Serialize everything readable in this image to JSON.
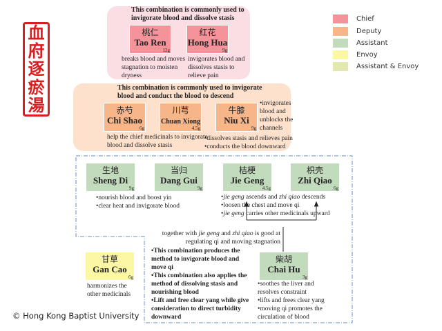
{
  "seal": {
    "text": [
      "血",
      "府",
      "逐",
      "瘀",
      "湯"
    ]
  },
  "legend": [
    {
      "label": "Chief",
      "color": "#f4949a"
    },
    {
      "label": "Deputy",
      "color": "#f7b58a"
    },
    {
      "label": "Assistant",
      "color": "#c3dbbd"
    },
    {
      "label": "Envoy",
      "color": "#fbf7a5"
    },
    {
      "label": "Assistant & Envoy",
      "color": "#e3e8b0"
    }
  ],
  "chief_group": {
    "title": [
      "This combination is commonly used to",
      "invigorate blood and dissolve stasis"
    ],
    "herbs": [
      {
        "cn": "桃仁",
        "pinyin": "Tao Ren",
        "dose": "12g",
        "desc": [
          "breaks blood and moves",
          "stagnation to moisten",
          "dryness"
        ]
      },
      {
        "cn": "红花",
        "pinyin": "Hong Hua",
        "dose": "9g",
        "desc": [
          "invigorates blood and",
          "dissolves stasis to",
          "relieve pain"
        ]
      }
    ]
  },
  "deputy_group": {
    "title": [
      "This combination is commonly used to invigorate",
      "blood and conduct the blood to descend"
    ],
    "herbs": [
      {
        "cn": "赤芍",
        "pinyin": "Chi Shao",
        "dose": "6g"
      },
      {
        "cn": "川芎",
        "pinyin": "Chuan Xiong",
        "dose": "4.5g"
      },
      {
        "cn": "牛膝",
        "pinyin": "Niu Xi",
        "dose": "9g",
        "side": [
          "•invigorates",
          "blood and",
          "unblocks the",
          "channels"
        ]
      }
    ],
    "desc_left": [
      "help the chief medicinals to invigorate",
      "blood and dissolve stasis"
    ],
    "desc_right": [
      "•dissolves stasis and relieves pain",
      "•conducts the blood downward"
    ]
  },
  "assistant_group": {
    "herbs": [
      {
        "cn": "生地",
        "pinyin": "Sheng Di",
        "dose": "9g"
      },
      {
        "cn": "当归",
        "pinyin": "Dang Gui",
        "dose": "9g"
      },
      {
        "cn": "桔梗",
        "pinyin": "Jie Geng",
        "dose": "4.5g"
      },
      {
        "cn": "枳壳",
        "pinyin": "Zhi Qiao",
        "dose": "6g"
      }
    ],
    "desc_left": [
      "•nourish blood and boost yin",
      "•clear heat and invigorate blood"
    ],
    "desc_right": {
      "l1": {
        "a": "•",
        "i1": "jie geng",
        "b": " ascends and ",
        "i2": "zhi qiao",
        "c": " descends"
      },
      "l2": "•loosen the chest and move qi",
      "l3": {
        "a": "•",
        "i1": "jie geng",
        "b": " carries other medicinals upward"
      }
    },
    "together": {
      "a": "together with ",
      "i1": "jie geng",
      "b": " and ",
      "i2": "zhi qiao",
      "c": " is good at",
      "l2": "regulating qi and moving stagnation"
    }
  },
  "envoy": {
    "cn": "甘草",
    "pinyin": "Gan Cao",
    "dose": "6g",
    "desc": [
      "harmonizes the",
      "other medicinals"
    ]
  },
  "chai_hu": {
    "cn": "柴胡",
    "pinyin": "Chai Hu",
    "dose": "3g",
    "desc": [
      "•soothes the liver and",
      "resolves constraint",
      "•lifts and frees clear yang",
      "•moving qi promotes the",
      "circulation of blood"
    ]
  },
  "summary": [
    "•This combination produces the",
    "method to invigorate blood and",
    "move qi",
    "•This combination also applies the",
    "method of dissolving stasis and",
    "nourishing blood",
    "•Lift and free clear yang while give",
    "consideration to direct turbidity",
    "downward"
  ],
  "copyright": "© Hong Kong Baptist University"
}
